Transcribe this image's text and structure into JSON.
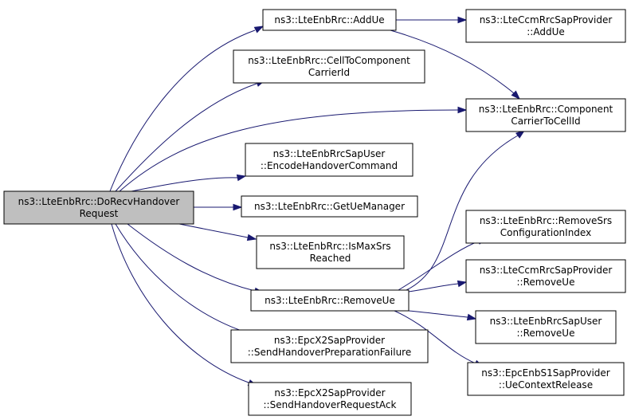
{
  "colors": {
    "edge": "#191970",
    "root_fill": "#bfbfbf",
    "node_fill": "#ffffff",
    "node_border": "#000000"
  },
  "nodes": [
    {
      "id": "root",
      "lines": [
        "ns3::LteEnbRrc::DoRecvHandover",
        "Request"
      ],
      "root": true
    },
    {
      "id": "addue",
      "lines": [
        "ns3::LteEnbRrc::AddUe"
      ]
    },
    {
      "id": "ccm_addue",
      "lines": [
        "ns3::LteCcmRrcSapProvider",
        "::AddUe"
      ]
    },
    {
      "id": "cell2cc",
      "lines": [
        "ns3::LteEnbRrc::CellToComponent",
        "CarrierId"
      ]
    },
    {
      "id": "cc2cell",
      "lines": [
        "ns3::LteEnbRrc::Component",
        "CarrierToCellId"
      ]
    },
    {
      "id": "encode",
      "lines": [
        "ns3::LteEnbRrcSapUser",
        "::EncodeHandoverCommand"
      ]
    },
    {
      "id": "getue",
      "lines": [
        "ns3::LteEnbRrc::GetUeManager"
      ]
    },
    {
      "id": "ismax",
      "lines": [
        "ns3::LteEnbRrc::IsMaxSrs",
        "Reached"
      ]
    },
    {
      "id": "removesrs",
      "lines": [
        "ns3::LteEnbRrc::RemoveSrs",
        "ConfigurationIndex"
      ]
    },
    {
      "id": "removeue",
      "lines": [
        "ns3::LteEnbRrc::RemoveUe"
      ]
    },
    {
      "id": "ccm_removeue",
      "lines": [
        "ns3::LteCcmRrcSapProvider",
        "::RemoveUe"
      ]
    },
    {
      "id": "sap_removeue",
      "lines": [
        "ns3::LteEnbRrcSapUser",
        "::RemoveUe"
      ]
    },
    {
      "id": "prepfail",
      "lines": [
        "ns3::EpcX2SapProvider",
        "::SendHandoverPreparationFailure"
      ]
    },
    {
      "id": "uectxrel",
      "lines": [
        "ns3::EpcEnbS1SapProvider",
        "::UeContextRelease"
      ]
    },
    {
      "id": "reqack",
      "lines": [
        "ns3::EpcX2SapProvider",
        "::SendHandoverRequestAck"
      ]
    }
  ],
  "edges": [
    {
      "from": "root",
      "to": "addue"
    },
    {
      "from": "root",
      "to": "cell2cc"
    },
    {
      "from": "root",
      "to": "cc2cell"
    },
    {
      "from": "root",
      "to": "encode"
    },
    {
      "from": "root",
      "to": "getue"
    },
    {
      "from": "root",
      "to": "ismax"
    },
    {
      "from": "root",
      "to": "removeue"
    },
    {
      "from": "root",
      "to": "prepfail"
    },
    {
      "from": "root",
      "to": "reqack"
    },
    {
      "from": "addue",
      "to": "ccm_addue"
    },
    {
      "from": "addue",
      "to": "cc2cell"
    },
    {
      "from": "removeue",
      "to": "cc2cell"
    },
    {
      "from": "removeue",
      "to": "removesrs"
    },
    {
      "from": "removeue",
      "to": "ccm_removeue"
    },
    {
      "from": "removeue",
      "to": "sap_removeue"
    },
    {
      "from": "removeue",
      "to": "uectxrel"
    }
  ]
}
